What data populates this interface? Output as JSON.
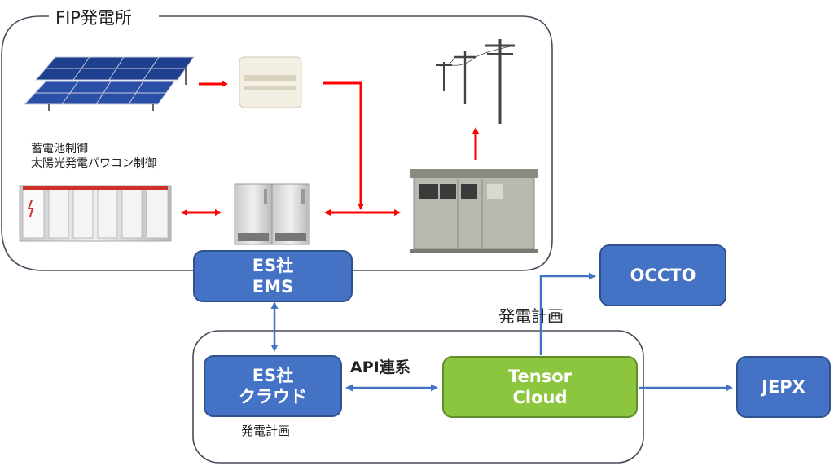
{
  "fip_plant": {
    "title": "FIP発電所"
  },
  "battery_note": {
    "line1": "蓄電池制御",
    "line2": "太陽光発電パワコン制御"
  },
  "ems_box": {
    "label": "ES社\nEMS"
  },
  "cloud_box": {
    "label": "ES社\nクラウド"
  },
  "tensor_box": {
    "label": "Tensor\nCloud"
  },
  "occto_box": {
    "label": "OCCTO"
  },
  "jepx_box": {
    "label": "JEPX"
  },
  "api_link_label": "API連系",
  "plan_label_right": "発電計画",
  "plan_label_left": "発電計画",
  "colors": {
    "box_blue": "#4472c4",
    "box_green": "#8cc63f",
    "power_arrow": "#ff0000",
    "data_arrow": "#4472c4"
  }
}
